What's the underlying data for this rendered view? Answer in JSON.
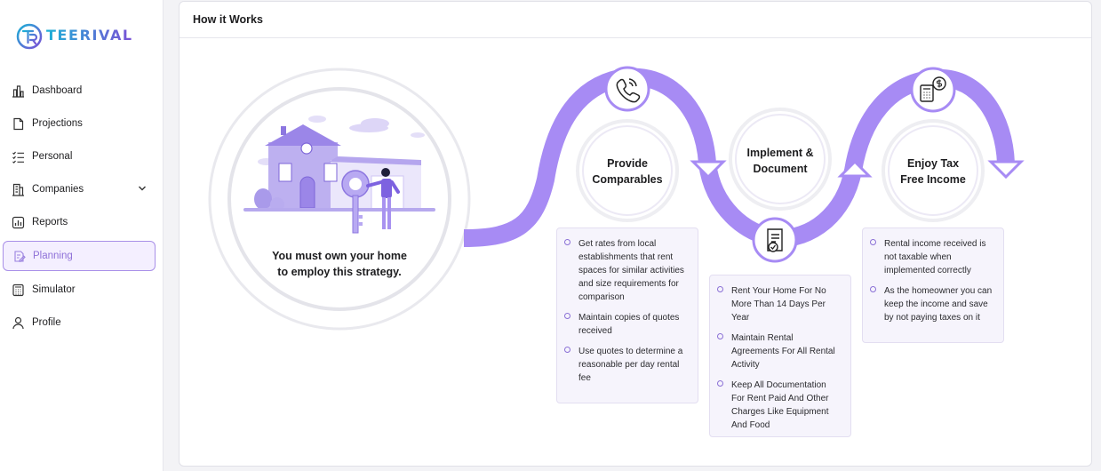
{
  "brand": {
    "name": "TEERIVAL"
  },
  "sidebar": {
    "items": [
      {
        "label": "Dashboard",
        "icon": "bar-chart-icon"
      },
      {
        "label": "Projections",
        "icon": "document-icon"
      },
      {
        "label": "Personal",
        "icon": "checklist-icon"
      },
      {
        "label": "Companies",
        "icon": "building-icon"
      },
      {
        "label": "Reports",
        "icon": "report-icon"
      },
      {
        "label": "Planning",
        "icon": "edit-icon",
        "active": true
      },
      {
        "label": "Simulator",
        "icon": "calculator-icon"
      },
      {
        "label": "Profile",
        "icon": "user-icon"
      }
    ]
  },
  "page": {
    "title": "How it Works"
  },
  "intro": {
    "text_line1": "You must own your home",
    "text_line2": "to employ this strategy."
  },
  "steps": [
    {
      "title_line1": "Provide",
      "title_line2": "Comparables",
      "icon": "phone-icon",
      "bullets": [
        "Get rates from local establishments that rent spaces for similar activities and size requirements for comparison",
        "Maintain copies of quotes received",
        "Use quotes to determine a reasonable per day rental fee"
      ]
    },
    {
      "title_line1": "Implement &",
      "title_line2": "Document",
      "icon": "checklist-document-icon",
      "bullets": [
        "Rent Your Home For No More Than 14 Days Per Year",
        "Maintain Rental Agreements For All Rental Activity",
        "Keep All Documentation For Rent Paid And Other Charges Like Equipment And Food"
      ]
    },
    {
      "title_line1": "Enjoy Tax",
      "title_line2": "Free Income",
      "icon": "calculator-dollar-icon",
      "bullets": [
        "Rental income received is not taxable when implemented correctly",
        "As the homeowner you can keep the income and save by not paying taxes on it"
      ]
    }
  ],
  "colors": {
    "accent": "#a78bfa",
    "accent_dark": "#8b6fdc",
    "box_bg": "#f6f4fc"
  }
}
